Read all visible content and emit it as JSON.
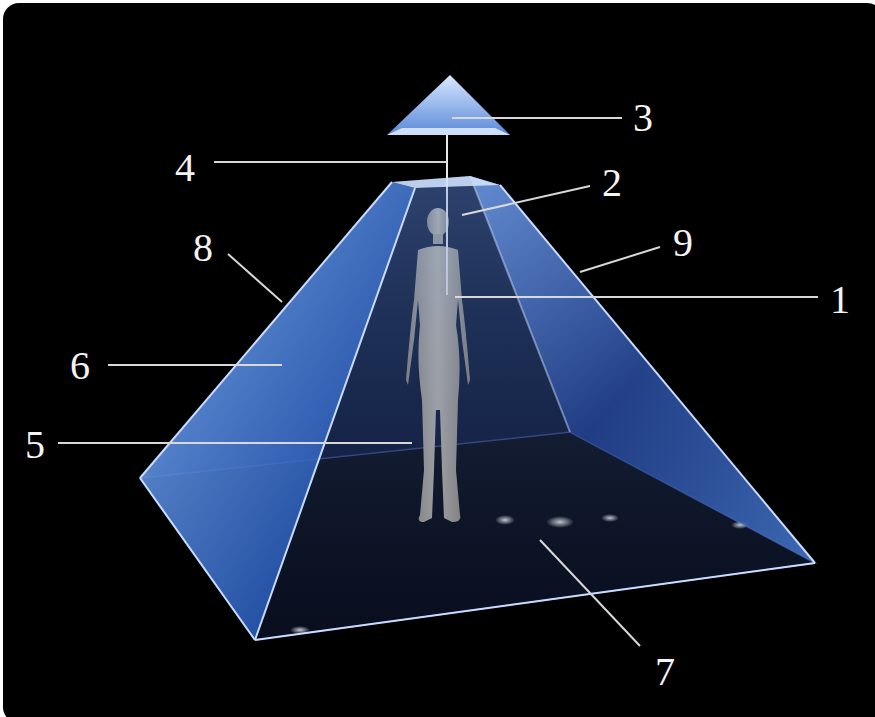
{
  "diagram": {
    "labels": [
      "3",
      "4",
      "2",
      "9",
      "8",
      "1",
      "6",
      "5",
      "7"
    ]
  }
}
